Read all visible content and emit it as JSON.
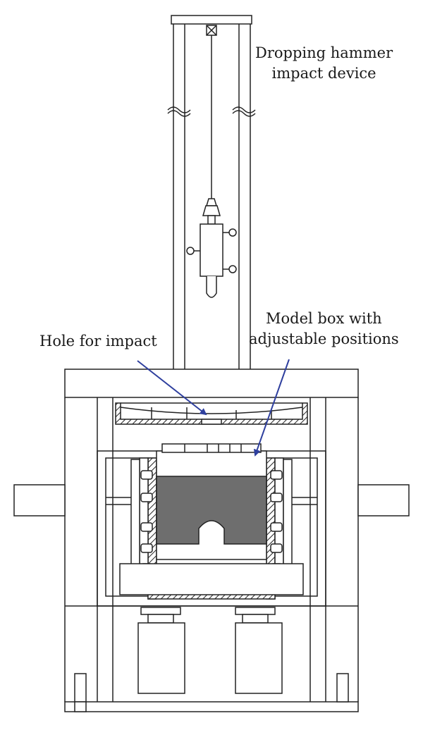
{
  "labels": {
    "hammer_line1": "Dropping hammer",
    "hammer_line2": "impact device",
    "hole": "Hole for impact",
    "box_line1": "Model box with",
    "box_line2": "adjustable positions"
  },
  "colors": {
    "line": "#222222",
    "arrow": "#2e3f9e",
    "rock_fill": "#6e6e6e",
    "background": "#ffffff"
  }
}
